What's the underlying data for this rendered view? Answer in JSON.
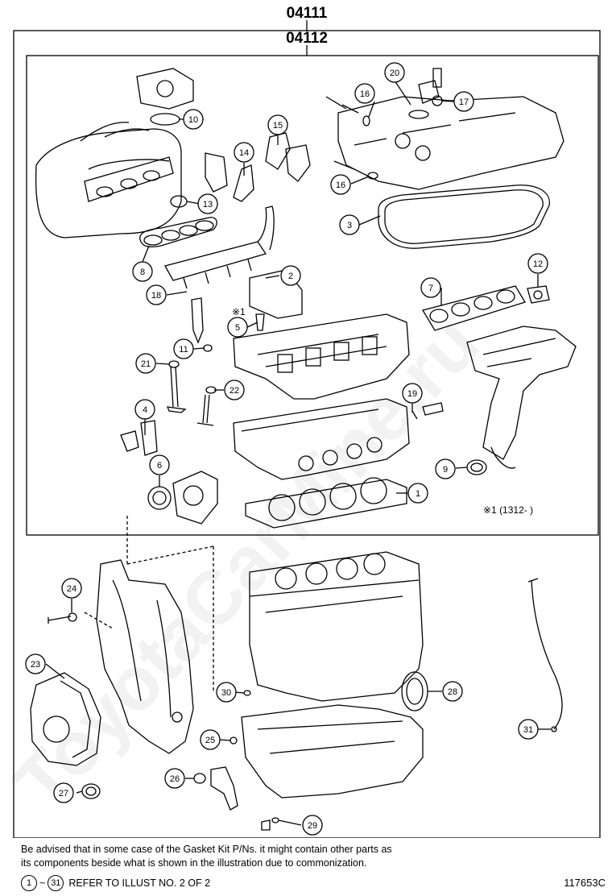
{
  "header": {
    "kit_outer": "04111",
    "kit_inner": "04112"
  },
  "callouts": [
    "1",
    "2",
    "3",
    "4",
    "5",
    "6",
    "7",
    "8",
    "9",
    "10",
    "11",
    "12",
    "13",
    "14",
    "15",
    "16",
    "16",
    "17",
    "18",
    "19",
    "20",
    "21",
    "22",
    "23",
    "24",
    "25",
    "26",
    "27",
    "28",
    "29",
    "30",
    "31"
  ],
  "annotation": {
    "mark": "※1",
    "range": "※1 (1312-    )"
  },
  "notes": {
    "line1": "Be advised that in some case of the Gasket Kit P/Ns.  it might contain other parts as",
    "line2": "its components beside what is shown in the illustration due to commonization."
  },
  "reference": {
    "from": "1",
    "tilde": "~",
    "to": "31",
    "text": "REFER TO ILLUST NO. 2 OF 2"
  },
  "figure_code": "117653C",
  "watermark": "ToyotaCarMine.ru"
}
